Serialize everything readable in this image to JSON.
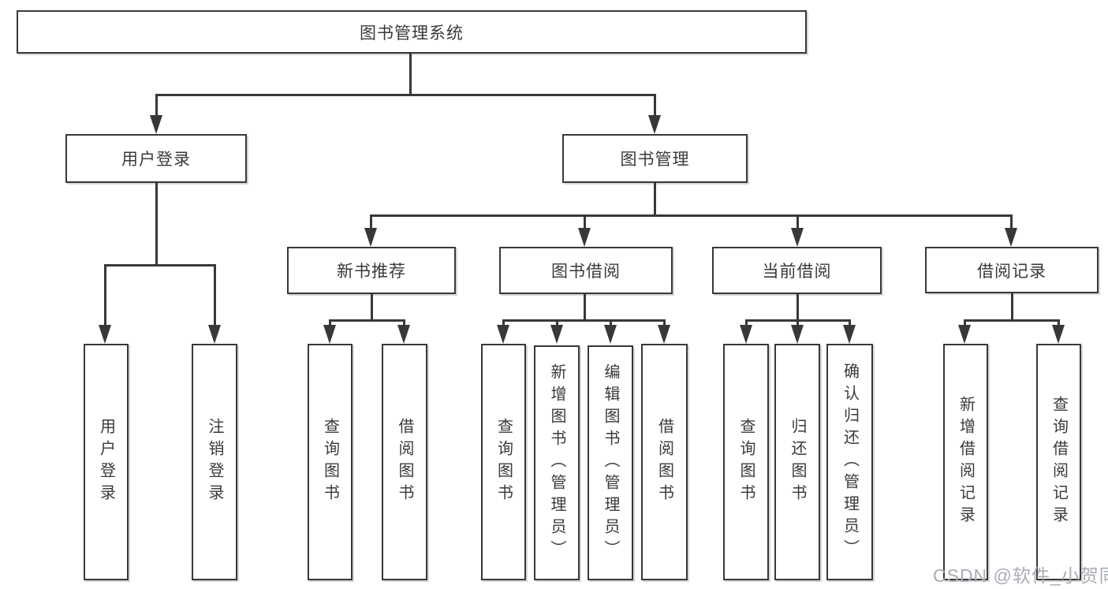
{
  "title": "图书管理系统",
  "colors": {
    "line": "#383838",
    "text": "#3a3a3a",
    "background": "#ffffff",
    "watermark": "#a8acb3"
  },
  "watermark": "CSDN @软件_小贺同学",
  "nodes": {
    "root": "图书管理系统",
    "user_login": "用户登录",
    "book_mgmt": "图书管理",
    "new_book_rec": "新书推荐",
    "book_borrow": "图书借阅",
    "current_borrow": "当前借阅",
    "borrow_record": "借阅记录",
    "leaf_user_login": "用户登录",
    "leaf_logout": "注销登录",
    "leaf_query_books_1": "查询图书",
    "leaf_borrow_books_1": "借阅图书",
    "leaf_query_books_2": "查询图书",
    "leaf_add_book_admin": "新增图书（管理员）",
    "leaf_edit_book_admin": "编辑图书（管理员）",
    "leaf_borrow_books_2": "借阅图书",
    "leaf_query_books_3": "查询图书",
    "leaf_return_book": "归还图书",
    "leaf_confirm_return_admin": "确认归还（管理员）",
    "leaf_add_borrow_record": "新增借阅记录",
    "leaf_query_borrow_record": "查询借阅记录"
  }
}
